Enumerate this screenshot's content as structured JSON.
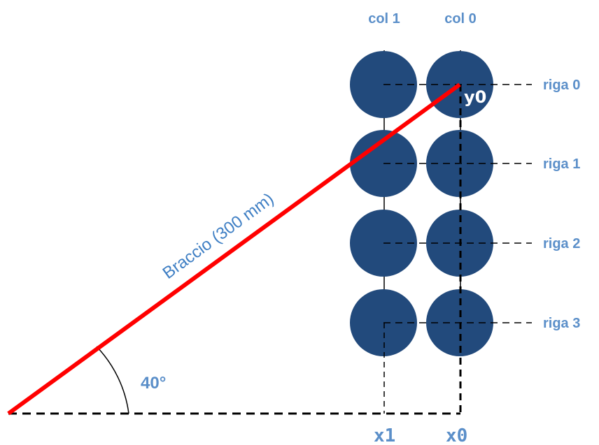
{
  "diagram": {
    "arm_label": "Braccio (300 mm)",
    "angle_label": "40°",
    "y_origin_label": "y0",
    "columns": [
      {
        "label": "col 1"
      },
      {
        "label": "col 0"
      }
    ],
    "rows": [
      {
        "label": "riga 0"
      },
      {
        "label": "riga 1"
      },
      {
        "label": "riga 2"
      },
      {
        "label": "riga 3"
      }
    ],
    "x_labels": [
      "x1",
      "x0"
    ],
    "colors": {
      "circle": "#224a7c",
      "arm": "#ff0000",
      "label": "#5b8fc9",
      "arm_label": "#3f7fc4",
      "lines": "#000000"
    }
  }
}
